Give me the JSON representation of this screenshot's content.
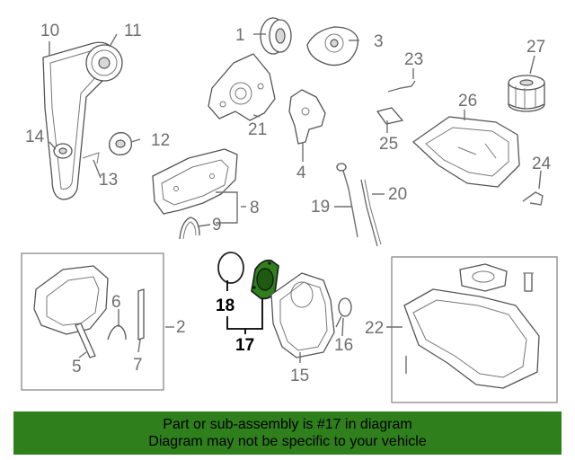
{
  "diagram": {
    "callouts": {
      "c1": "1",
      "c2": "2",
      "c3": "3",
      "c4": "4",
      "c5": "5",
      "c6": "6",
      "c7": "7",
      "c8": "8",
      "c9": "9",
      "c10": "10",
      "c11": "11",
      "c12": "12",
      "c13": "13",
      "c14": "14",
      "c15": "15",
      "c16": "16",
      "c17": "17",
      "c18": "18",
      "c19": "19",
      "c20": "20",
      "c21": "21",
      "c22": "22",
      "c23": "23",
      "c24": "24",
      "c25": "25",
      "c26": "26",
      "c27": "27"
    },
    "highlight_color": "#2f7f1c"
  },
  "banner": {
    "line1": "Part or sub-assembly is #17 in diagram",
    "line2": "Diagram may not be specific to your vehicle",
    "background": "#2f7f1c"
  }
}
